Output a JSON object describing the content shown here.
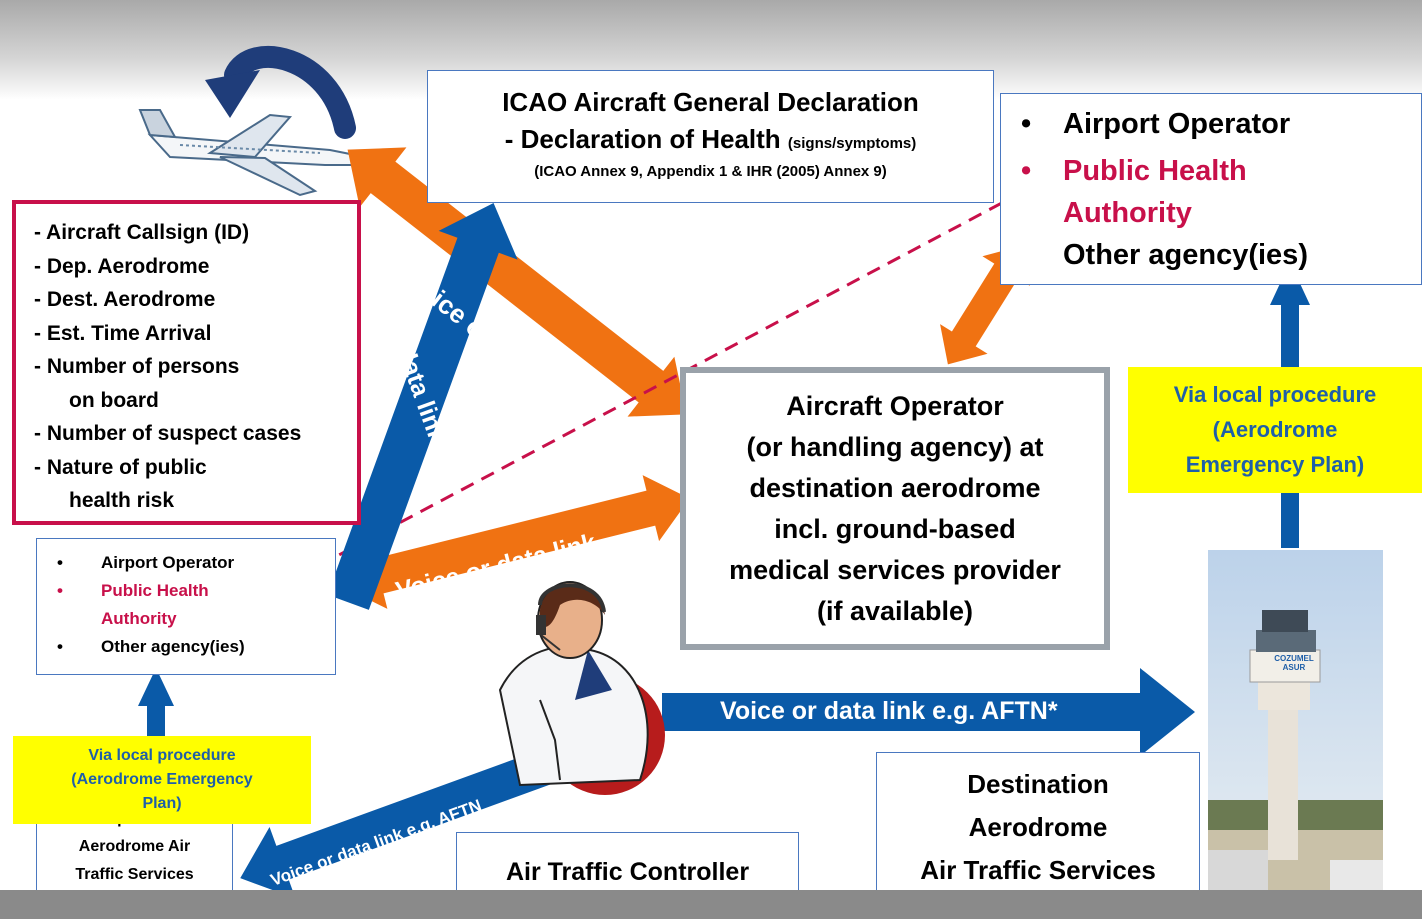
{
  "declaration": {
    "title": "ICAO Aircraft General Declaration",
    "subtitle_main": "- Declaration of Health",
    "subtitle_small": "(signs/symptoms)",
    "reference": "(ICAO Annex 9, Appendix 1 & IHR (2005) Annex 9)"
  },
  "dest_agencies": {
    "items": [
      {
        "bullet": "•",
        "text": "Airport Operator"
      },
      {
        "bullet": "•",
        "text": "Public Health Authority"
      },
      {
        "bullet": "",
        "text": "Other agency(ies)"
      }
    ]
  },
  "aircraft_info": {
    "lines": [
      "- Aircraft Callsign (ID)",
      "- Dep. Aerodrome",
      "- Dest. Aerodrome",
      "- Est. Time Arrival",
      "- Number of persons",
      "on board",
      "- Number of suspect cases",
      "- Nature of public",
      "health risk"
    ]
  },
  "operator_box": {
    "lines": [
      "Aircraft  Operator",
      "(or handling agency) at",
      "destination aerodrome",
      "incl. ground-based",
      "medical services provider",
      "(if available)"
    ]
  },
  "dep_agencies": {
    "items": [
      {
        "bullet": "•",
        "text": "Airport Operator"
      },
      {
        "bullet": "•",
        "text": "Public Health Authority"
      },
      {
        "bullet": "•",
        "text": "Other agency(ies)"
      }
    ]
  },
  "via_local_right": {
    "line1": "Via local procedure",
    "line2": "(Aerodrome",
    "line3": "Emergency Plan)"
  },
  "via_local_left": {
    "line1": "Via local procedure",
    "line2": "(Aerodrome Emergency",
    "line3": "Plan)"
  },
  "departure_ats": {
    "line1": "Departure",
    "line2": "Aerodrome Air",
    "line3": "Traffic Services"
  },
  "atc": {
    "label": "Air Traffic Controller"
  },
  "destination_ats": {
    "line1": "Destination",
    "line2": "Aerodrome",
    "line3": "Air Traffic Services"
  },
  "tower_sign": {
    "line1": "COZUMEL",
    "line2": "ASUR"
  },
  "arrow_labels": {
    "orange_diag": "Voice or data link",
    "blue_vertical": "Voice or data link",
    "orange_horizontal": "Voice or data link",
    "blue_right": "Voice or data link e.g. AFTN*",
    "blue_left": "Voice or data link e.g. AFTN"
  },
  "footer": {
    "text": ""
  },
  "colors": {
    "orange": "#f07212",
    "blue": "#0a5aa8",
    "dark_blue": "#1f3d7a",
    "red": "#c8104a",
    "yellow": "#ffff00"
  }
}
